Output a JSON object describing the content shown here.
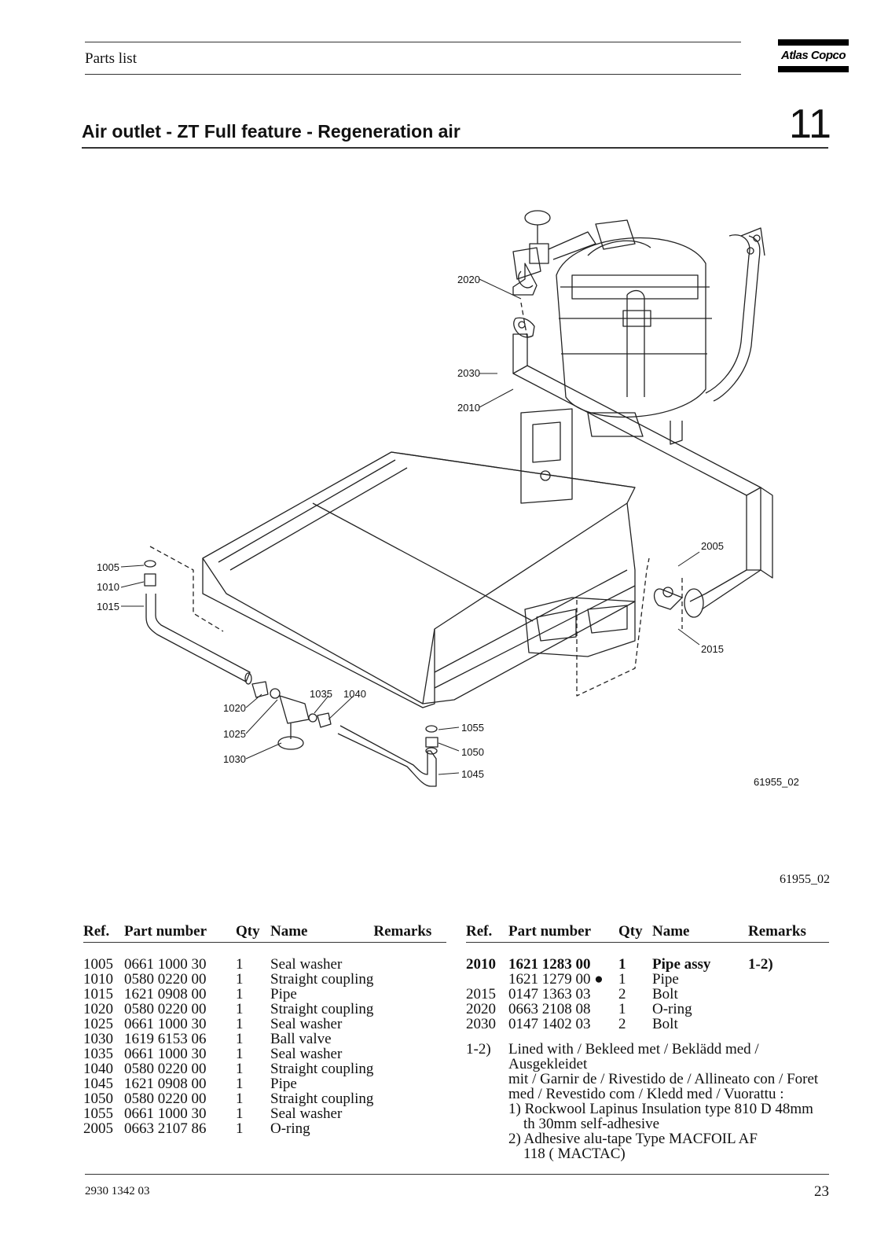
{
  "header": {
    "label": "Parts list",
    "logo_text": "Atlas Copco"
  },
  "title": "Air outlet - ZT Full feature - Regeneration air",
  "section_number": "11",
  "figure": {
    "inner_ref": "61955_02",
    "ref": "61955_02",
    "callouts": [
      "2020",
      "2030",
      "2010",
      "2005",
      "2015",
      "1005",
      "1010",
      "1015",
      "1020",
      "1025",
      "1030",
      "1035",
      "1040",
      "1055",
      "1050",
      "1045"
    ]
  },
  "columns": {
    "ref": "Ref.",
    "part_number": "Part number",
    "qty": "Qty",
    "name": "Name",
    "remarks": "Remarks"
  },
  "left_table": [
    {
      "ref": "1005",
      "part": "0661 1000 30",
      "qty": "1",
      "name": "Seal washer",
      "remarks": ""
    },
    {
      "ref": "1010",
      "part": "0580 0220 00",
      "qty": "1",
      "name": "Straight coupling",
      "remarks": ""
    },
    {
      "ref": "1015",
      "part": "1621 0908 00",
      "qty": "1",
      "name": "Pipe",
      "remarks": ""
    },
    {
      "ref": "1020",
      "part": "0580 0220 00",
      "qty": "1",
      "name": "Straight coupling",
      "remarks": ""
    },
    {
      "ref": "1025",
      "part": "0661 1000 30",
      "qty": "1",
      "name": "Seal washer",
      "remarks": ""
    },
    {
      "ref": "1030",
      "part": "1619 6153 06",
      "qty": "1",
      "name": "Ball valve",
      "remarks": ""
    },
    {
      "ref": "1035",
      "part": "0661 1000 30",
      "qty": "1",
      "name": "Seal washer",
      "remarks": ""
    },
    {
      "ref": "1040",
      "part": "0580 0220 00",
      "qty": "1",
      "name": "Straight coupling",
      "remarks": ""
    },
    {
      "ref": "1045",
      "part": "1621 0908 00",
      "qty": "1",
      "name": "Pipe",
      "remarks": ""
    },
    {
      "ref": "1050",
      "part": "0580 0220 00",
      "qty": "1",
      "name": "Straight coupling",
      "remarks": ""
    },
    {
      "ref": "1055",
      "part": "0661 1000 30",
      "qty": "1",
      "name": "Seal washer",
      "remarks": ""
    },
    {
      "ref": "2005",
      "part": "0663 2107 86",
      "qty": "1",
      "name": "O-ring",
      "remarks": ""
    }
  ],
  "right_table": [
    {
      "ref": "2010",
      "part": "1621 1283 00",
      "qty": "1",
      "name": "Pipe assy",
      "remarks": "1-2)",
      "bold": true
    },
    {
      "ref": "",
      "part": "1621 1279 00 ●",
      "qty": "1",
      "name": "Pipe",
      "remarks": ""
    },
    {
      "ref": "2015",
      "part": "0147 1363 03",
      "qty": "2",
      "name": "Bolt",
      "remarks": ""
    },
    {
      "ref": "2020",
      "part": "0663 2108 08",
      "qty": "1",
      "name": "O-ring",
      "remarks": ""
    },
    {
      "ref": "2030",
      "part": "0147 1402 03",
      "qty": "2",
      "name": "Bolt",
      "remarks": ""
    }
  ],
  "note": {
    "key": "1-2)",
    "lines": [
      "Lined with / Bekleed met / Beklädd med / Ausgekleidet",
      "mit / Garnir de / Rivestido de / Allineato con / Foret",
      "med / Revestido com / Kledd med / Vuorattu :",
      "1) Rockwool Lapinus Insulation type 810 D 48mm",
      "    th 30mm self-adhesive",
      "2) Adhesive alu-tape Type MACFOIL AF",
      "    118 ( MACTAC)"
    ]
  },
  "footer": {
    "doc_number": "2930 1342 03",
    "page": "23"
  }
}
